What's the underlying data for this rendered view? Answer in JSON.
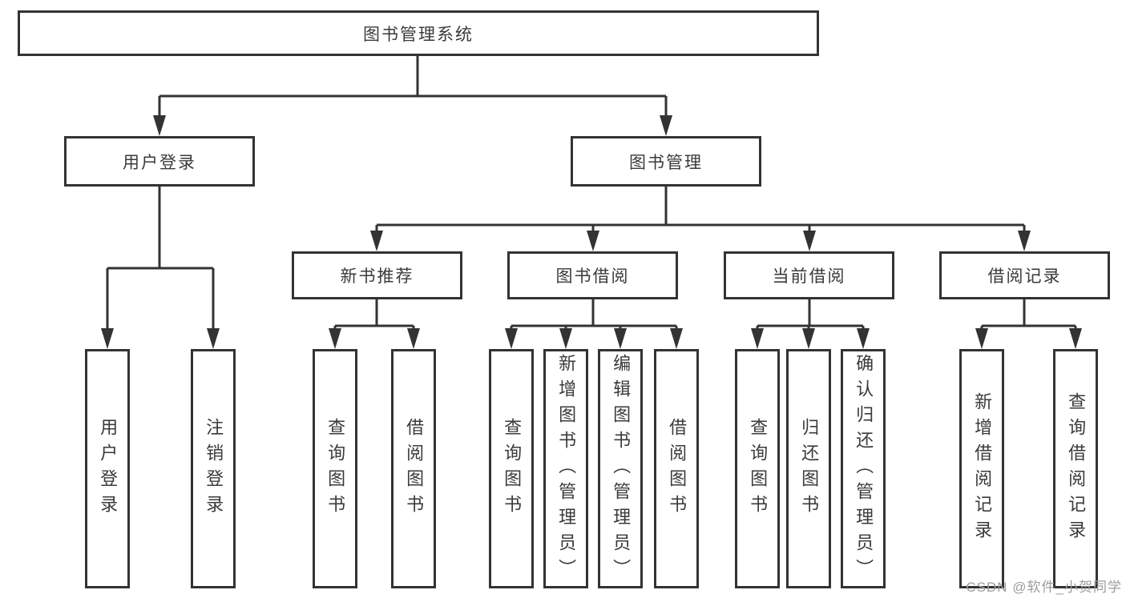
{
  "tree": {
    "label": "图书管理系统",
    "children": [
      {
        "label": "用户登录",
        "children": [
          {
            "label": "用户登录"
          },
          {
            "label": "注销登录"
          }
        ]
      },
      {
        "label": "图书管理",
        "children": [
          {
            "label": "新书推荐",
            "children": [
              {
                "label": "查询图书"
              },
              {
                "label": "借阅图书"
              }
            ]
          },
          {
            "label": "图书借阅",
            "children": [
              {
                "label": "查询图书"
              },
              {
                "label": "新增图书（管理员）"
              },
              {
                "label": "编辑图书（管理员）"
              },
              {
                "label": "借阅图书"
              }
            ]
          },
          {
            "label": "当前借阅",
            "children": [
              {
                "label": "查询图书"
              },
              {
                "label": "归还图书"
              },
              {
                "label": "确认归还（管理员）"
              }
            ]
          },
          {
            "label": "借阅记录",
            "children": [
              {
                "label": "新增借阅记录"
              },
              {
                "label": "查询借阅记录"
              }
            ]
          }
        ]
      }
    ]
  },
  "watermark": "CSDN @软件_小贺同学",
  "colors": {
    "line": "#333333",
    "text": "#3a3a3a",
    "watermark": "#9d9d9d",
    "background": "#ffffff"
  }
}
